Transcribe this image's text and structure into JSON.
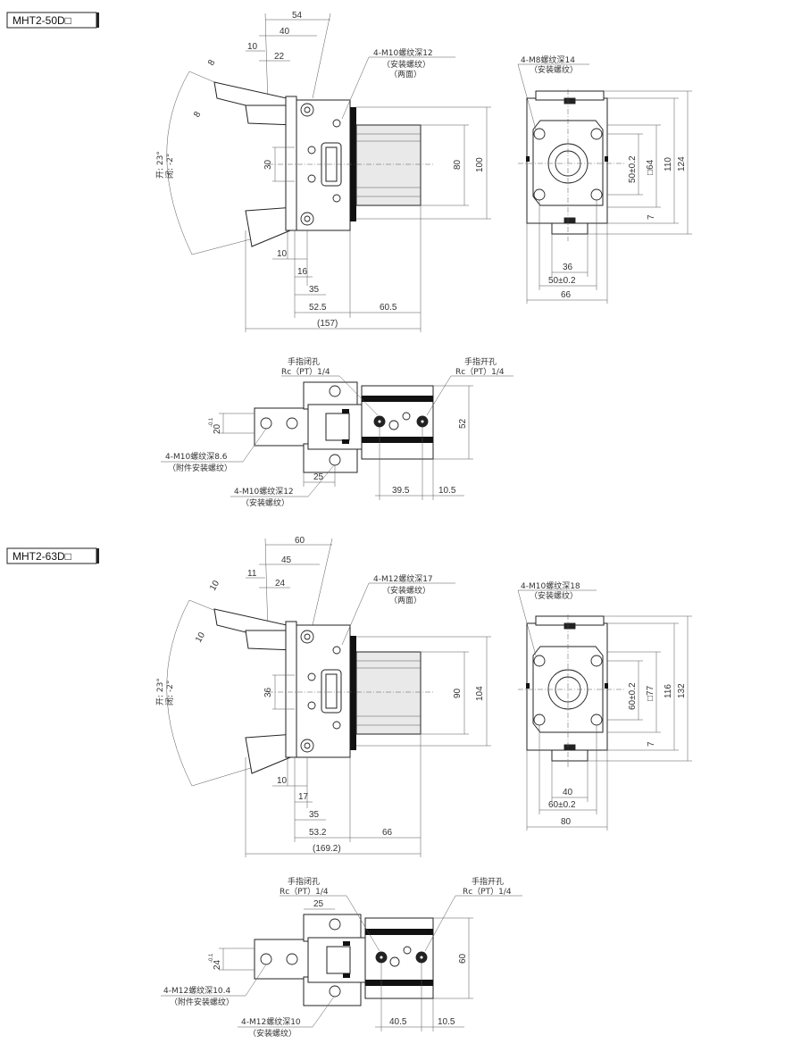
{
  "section1": {
    "model": "MHT2-50D□",
    "front": {
      "dims_top": [
        "54",
        "40",
        "10",
        "22",
        "8",
        "8"
      ],
      "angle_open": "开: 23°",
      "angle_close": "闭: -2°",
      "dim_30": "30",
      "dim_80": "80",
      "dim_100": "100",
      "dim_10": "10",
      "dim_16": "16",
      "dim_35": "35",
      "dim_52_5": "52.5",
      "dim_60_5": "60.5",
      "dim_157": "(157)",
      "thread_label": "4-M10螺纹深12",
      "thread_sub1": "（安装螺纹）",
      "thread_sub2": "（两面）"
    },
    "side": {
      "thread_label": "4-M8螺纹深14",
      "thread_sub": "（安装螺纹）",
      "dim_50": "50±0.2",
      "dim_64": "□64",
      "dim_110": "110",
      "dim_124": "124",
      "dim_7": "7",
      "dim_36": "36",
      "dim_50b": "50±0.2",
      "dim_66": "66"
    },
    "top": {
      "close_port": "手指闭孔",
      "close_port_size": "Rc（PT）1/4",
      "open_port": "手指开孔",
      "open_port_size": "Rc（PT）1/4",
      "dim_20": "20",
      "dim_20_tol": "-0.1",
      "dim_52": "52",
      "dim_25": "25",
      "dim_39_5": "39.5",
      "dim_10_5": "10.5",
      "att_label": "4-M10螺纹深8.6",
      "att_sub": "（附件安装螺纹）",
      "mount_label": "4-M10螺纹深12",
      "mount_sub": "（安装螺纹）"
    }
  },
  "section2": {
    "model": "MHT2-63D□",
    "front": {
      "dims_top": [
        "60",
        "45",
        "11",
        "24",
        "10",
        "10"
      ],
      "angle_open": "开: 23°",
      "angle_close": "闭: -2°",
      "dim_36": "36",
      "dim_90": "90",
      "dim_104": "104",
      "dim_10": "10",
      "dim_17": "17",
      "dim_35": "35",
      "dim_53_2": "53.2",
      "dim_66": "66",
      "dim_169": "(169.2)",
      "thread_label": "4-M12螺纹深17",
      "thread_sub1": "（安装螺纹）",
      "thread_sub2": "（两面）"
    },
    "side": {
      "thread_label": "4-M10螺纹深18",
      "thread_sub": "（安装螺纹）",
      "dim_60": "60±0.2",
      "dim_77": "□77",
      "dim_116": "116",
      "dim_132": "132",
      "dim_7": "7",
      "dim_40": "40",
      "dim_60b": "60±0.2",
      "dim_80": "80"
    },
    "top": {
      "close_port": "手指闭孔",
      "close_port_size": "Rc（PT）1/4",
      "open_port": "手指开孔",
      "open_port_size": "Rc（PT）1/4",
      "dim_24": "24",
      "dim_24_tol": "-0.1",
      "dim_60": "60",
      "dim_25": "25",
      "dim_40_5": "40.5",
      "dim_10_5": "10.5",
      "att_label": "4-M12螺纹深10.4",
      "att_sub": "（附件安装螺纹）",
      "mount_label": "4-M12螺纹深10",
      "mount_sub": "（安装螺纹）"
    }
  }
}
